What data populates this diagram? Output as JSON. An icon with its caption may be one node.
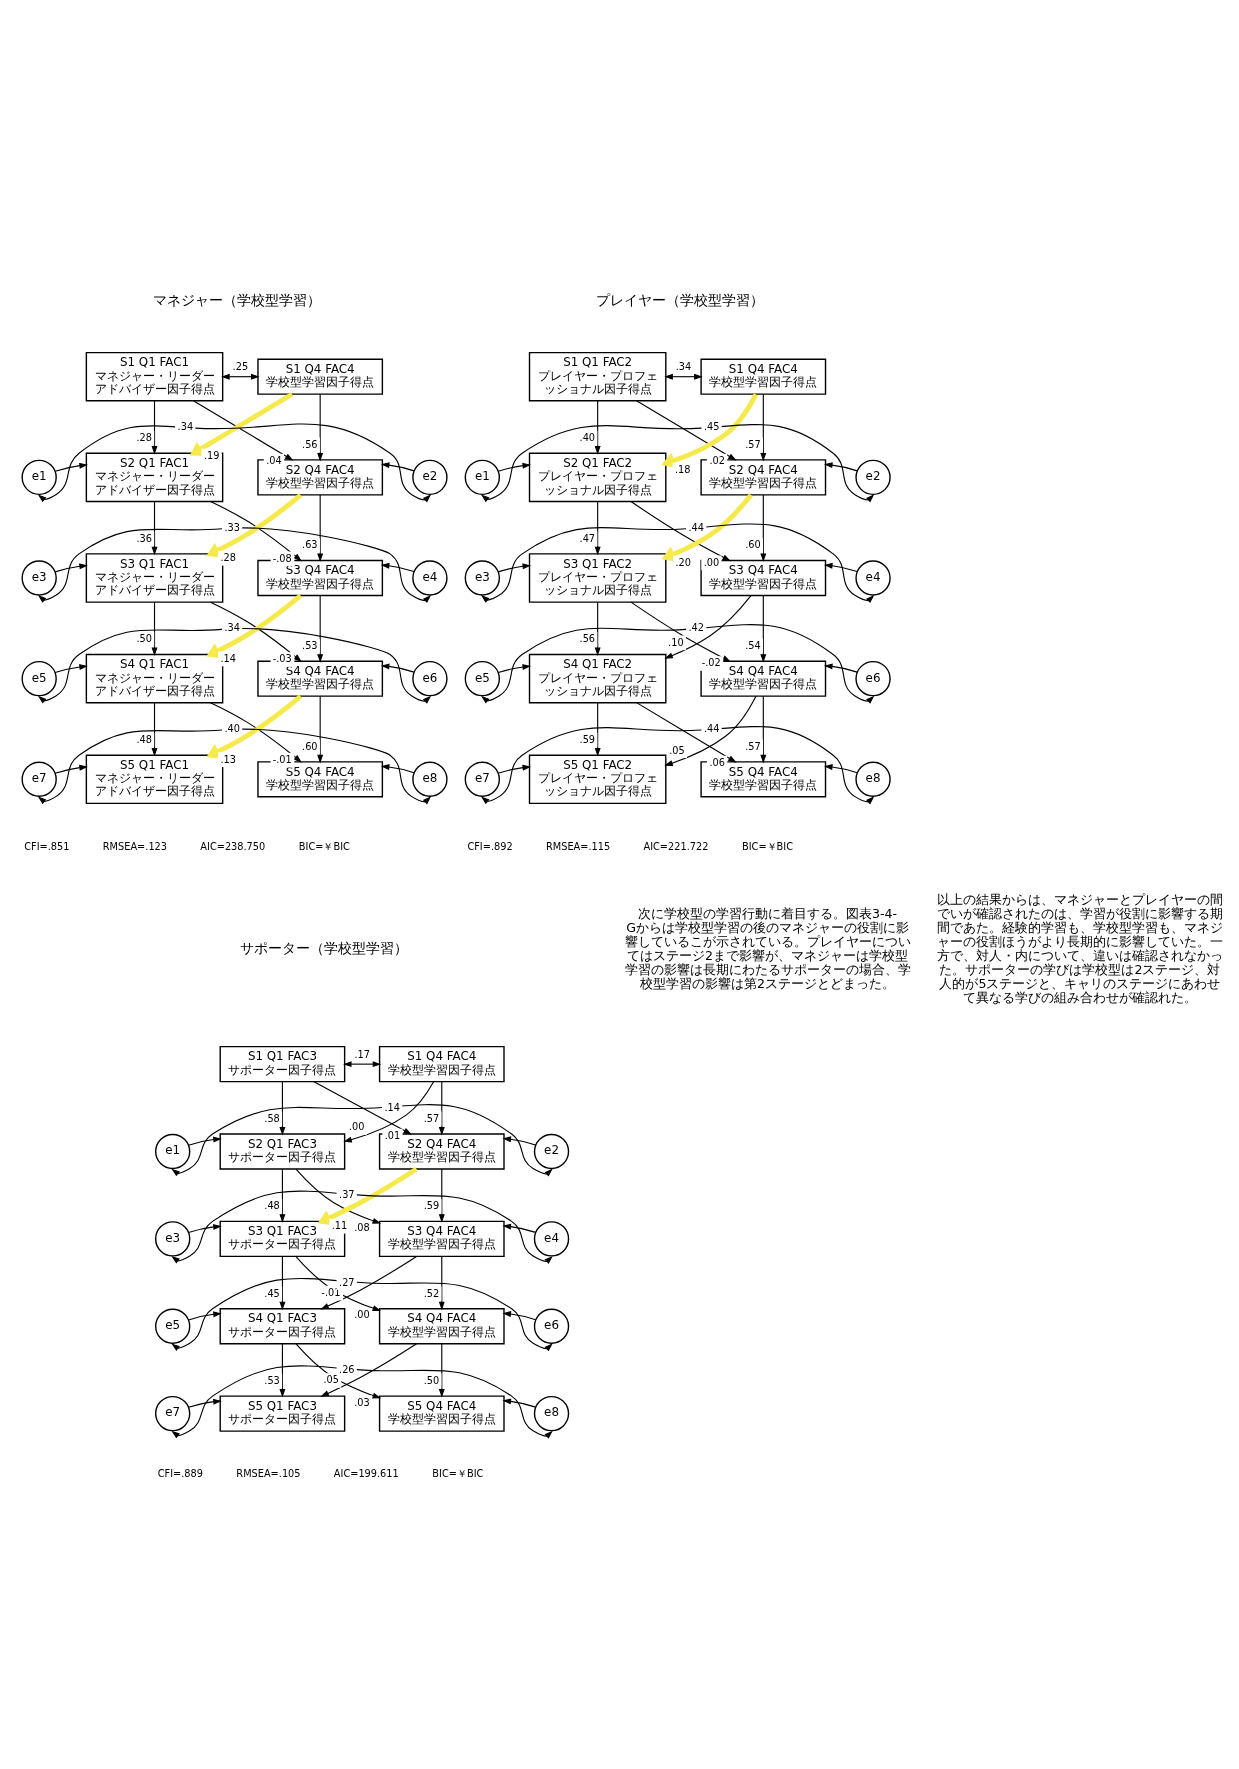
{
  "diagram": {
    "nodes": [
      {
        "text": [
          "S1 Q1 FAC1",
          "マネジャー・リーダーアドバイザー因子得点"
        ]
      },
      {
        "text": [
          "S1 Q4 FAC4",
          "学校型学習因子得点"
        ]
      },
      {
        "text": [
          "e1"
        ]
      },
      {
        "text": [
          "S2 Q1 FAC1",
          "マネジャー・リーダーアドバイザー因子得点"
        ]
      },
      {
        "text": [
          "S2 Q4 FAC4",
          "学校型学習因子得点"
        ]
      },
      {
        "text": [
          "e2"
        ]
      },
      {
        "text": [
          "e3"
        ]
      },
      {
        "text": [
          "S3 Q1 FAC1",
          "マネジャー・リーダーアドバイザー因子得点"
        ]
      },
      {
        "text": [
          "S3 Q4 FAC4",
          "学校型学習因子得点"
        ]
      },
      {
        "text": [
          "e4"
        ]
      },
      {
        "text": [
          "e5"
        ]
      },
      {
        "text": [
          "S4 Q1 FAC1",
          "マネジャー・リーダーアドバイザー因子得点"
        ]
      },
      {
        "text": [
          "S4 Q4 FAC4",
          "学校型学習因子得点"
        ]
      },
      {
        "text": [
          "e6"
        ]
      },
      {
        "text": [
          "e7"
        ]
      },
      {
        "text": [
          "S5 Q1 FAC1",
          "マネジャー・リーダーアドバイザー因子得点"
        ]
      },
      {
        "text": [
          "S5 Q4 FAC4",
          "学校型学習因子得点"
        ]
      },
      {
        "text": [
          "e8"
        ]
      },
      {
        "text": [
          "S1 Q1 FAC2",
          "プレイヤー・プロフェッショナル因子得点"
        ]
      },
      {
        "text": [
          "S1 Q4 FAC4",
          "学校型学習因子得点"
        ]
      },
      {
        "text": [
          "e1"
        ]
      },
      {
        "text": [
          "S2 Q1 FAC2",
          "プレイヤー・プロフェッショナル因子得点"
        ]
      },
      {
        "text": [
          "S2 Q4 FAC4",
          "学校型学習因子得点"
        ]
      },
      {
        "text": [
          "e2"
        ]
      },
      {
        "text": [
          "e3"
        ]
      },
      {
        "text": [
          "S3 Q1 FAC2",
          "プレイヤー・プロフェッショナル因子得点"
        ]
      },
      {
        "text": [
          "S3 Q4 FAC4",
          "学校型学習因子得点"
        ]
      },
      {
        "text": [
          "e4"
        ]
      },
      {
        "text": [
          "e5"
        ]
      },
      {
        "text": [
          "S4 Q1 FAC2",
          "プレイヤー・プロフェッショナル因子得点"
        ]
      },
      {
        "text": [
          "S4 Q4 FAC4",
          "学校型学習因子得点"
        ]
      },
      {
        "text": [
          "e6"
        ]
      },
      {
        "text": [
          "e7"
        ]
      },
      {
        "text": [
          "S5 Q1 FAC2",
          "プレイヤー・プロフェッショナル因子得点"
        ]
      },
      {
        "text": [
          "S5 Q4 FAC4",
          "学校型学習因子得点"
        ]
      },
      {
        "text": [
          "e8"
        ]
      },
      {
        "text": [
          "S1 Q1 FAC3",
          "サポーター因子得点"
        ]
      },
      {
        "text": [
          "S1 Q4 FAC4",
          "学校型学習因子得点"
        ]
      },
      {
        "text": [
          "e1"
        ]
      },
      {
        "text": [
          "S2 Q1 FAC3",
          "サポーター因子得点"
        ]
      },
      {
        "text": [
          "S2 Q4 FAC4",
          "学校型学習因子得点"
        ]
      },
      {
        "text": [
          "e2"
        ]
      },
      {
        "text": [
          "e3"
        ]
      },
      {
        "text": [
          "S3 Q1 FAC3",
          "サポーター因子得点"
        ]
      },
      {
        "text": [
          "S3 Q4 FAC4",
          "学校型学習因子得点"
        ]
      },
      {
        "text": [
          "e4"
        ]
      },
      {
        "text": [
          "e5"
        ]
      },
      {
        "text": [
          "S4 Q1 FAC3",
          "サポーター因子得点"
        ]
      },
      {
        "text": [
          "S4 Q4 FAC4",
          "学校型学習因子得点"
        ]
      },
      {
        "text": [
          "e6"
        ]
      },
      {
        "text": [
          "e7"
        ]
      },
      {
        "text": [
          "S5 Q1 FAC3",
          "サポーター因子得点"
        ]
      },
      {
        "text": [
          "S5 Q4 FAC4",
          "学校型学習因子得点"
        ]
      },
      {
        "text": [
          "e8"
        ]
      }
    ],
    "edges": [
      {
        "from": 0,
        "to": 1,
        "arrow": "both",
        "label": ".25"
      },
      {
        "from": 0,
        "to": 3,
        "arrow": "to",
        "label": ".28"
      },
      {
        "from": 1,
        "to": 3,
        "arrow": "to",
        "label": ".19",
        "style": "thick",
        "color": "#f5e94c"
      },
      {
        "from": 0,
        "to": 4,
        "arrow": "to",
        "label": ".04"
      },
      {
        "from": 1,
        "to": 4,
        "arrow": "to",
        "label": ".56"
      },
      {
        "from": 3,
        "to": 7,
        "arrow": "to",
        "label": ".36"
      },
      {
        "from": 4,
        "to": 7,
        "arrow": "to",
        "label": ".28",
        "style": "thick",
        "color": "#f5e94c"
      },
      {
        "from": 3,
        "to": 8,
        "arrow": "to",
        "label": "-.08"
      },
      {
        "from": 4,
        "to": 8,
        "arrow": "to",
        "label": ".63"
      },
      {
        "from": 7,
        "to": 11,
        "arrow": "to",
        "label": ".50"
      },
      {
        "from": 8,
        "to": 11,
        "arrow": "to",
        "label": ".14",
        "style": "thick",
        "color": "#f5e94c"
      },
      {
        "from": 7,
        "to": 12,
        "arrow": "to",
        "label": "-.03"
      },
      {
        "from": 8,
        "to": 12,
        "arrow": "to",
        "label": ".53"
      },
      {
        "from": 11,
        "to": 15,
        "arrow": "to",
        "label": ".48"
      },
      {
        "from": 12,
        "to": 15,
        "arrow": "to",
        "label": ".13",
        "style": "thick",
        "color": "#f5e94c"
      },
      {
        "from": 11,
        "to": 16,
        "arrow": "to",
        "label": "-.01"
      },
      {
        "from": 12,
        "to": 16,
        "arrow": "to",
        "label": ".60"
      },
      {
        "from": 2,
        "to": 3,
        "arrow": "to"
      },
      {
        "from": 5,
        "to": 4,
        "arrow": "to"
      },
      {
        "from": 6,
        "to": 7,
        "arrow": "to"
      },
      {
        "from": 9,
        "to": 8,
        "arrow": "to"
      },
      {
        "from": 10,
        "to": 11,
        "arrow": "to"
      },
      {
        "from": 13,
        "to": 12,
        "arrow": "to"
      },
      {
        "from": 14,
        "to": 15,
        "arrow": "to"
      },
      {
        "from": 17,
        "to": 16,
        "arrow": "to"
      },
      {
        "from": 2,
        "to": 5,
        "arrow": "both",
        "label": ".34"
      },
      {
        "from": 6,
        "to": 9,
        "arrow": "both",
        "label": ".33"
      },
      {
        "from": 10,
        "to": 13,
        "arrow": "both",
        "label": ".34"
      },
      {
        "from": 14,
        "to": 17,
        "arrow": "both",
        "label": ".40"
      },
      {
        "from": 18,
        "to": 19,
        "arrow": "both",
        "label": ".34"
      },
      {
        "from": 18,
        "to": 21,
        "arrow": "to",
        "label": ".40"
      },
      {
        "from": 19,
        "to": 21,
        "arrow": "to",
        "label": ".18",
        "style": "thick",
        "color": "#f5e94c"
      },
      {
        "from": 18,
        "to": 22,
        "arrow": "to",
        "label": ".02"
      },
      {
        "from": 19,
        "to": 22,
        "arrow": "to",
        "label": ".57"
      },
      {
        "from": 21,
        "to": 25,
        "arrow": "to",
        "label": ".47"
      },
      {
        "from": 22,
        "to": 25,
        "arrow": "to",
        "label": ".20",
        "style": "thick",
        "color": "#f5e94c"
      },
      {
        "from": 21,
        "to": 26,
        "arrow": "to",
        "label": ".00"
      },
      {
        "from": 22,
        "to": 26,
        "arrow": "to",
        "label": ".60"
      },
      {
        "from": 25,
        "to": 29,
        "arrow": "to",
        "label": ".56"
      },
      {
        "from": 26,
        "to": 29,
        "arrow": "to",
        "label": ".10"
      },
      {
        "from": 25,
        "to": 30,
        "arrow": "to",
        "label": "-.02"
      },
      {
        "from": 26,
        "to": 30,
        "arrow": "to",
        "label": ".54"
      },
      {
        "from": 29,
        "to": 33,
        "arrow": "to",
        "label": ".59"
      },
      {
        "from": 30,
        "to": 33,
        "arrow": "to",
        "label": ".05"
      },
      {
        "from": 29,
        "to": 34,
        "arrow": "to",
        "label": ".06"
      },
      {
        "from": 30,
        "to": 34,
        "arrow": "to",
        "label": ".57"
      },
      {
        "from": 20,
        "to": 21,
        "arrow": "to"
      },
      {
        "from": 23,
        "to": 22,
        "arrow": "to"
      },
      {
        "from": 24,
        "to": 25,
        "arrow": "to"
      },
      {
        "from": 27,
        "to": 26,
        "arrow": "to"
      },
      {
        "from": 28,
        "to": 29,
        "arrow": "to"
      },
      {
        "from": 31,
        "to": 30,
        "arrow": "to"
      },
      {
        "from": 32,
        "to": 33,
        "arrow": "to"
      },
      {
        "from": 35,
        "to": 34,
        "arrow": "to"
      },
      {
        "from": 20,
        "to": 23,
        "arrow": "both",
        "label": ".45"
      },
      {
        "from": 24,
        "to": 27,
        "arrow": "both",
        "label": ".44"
      },
      {
        "from": 28,
        "to": 31,
        "arrow": "both",
        "label": ".42"
      },
      {
        "from": 32,
        "to": 35,
        "arrow": "both",
        "label": ".44"
      },
      {
        "from": 36,
        "to": 37,
        "arrow": "both",
        "label": ".17"
      },
      {
        "from": 36,
        "to": 39,
        "arrow": "to",
        "label": ".58"
      },
      {
        "from": 37,
        "to": 39,
        "arrow": "to",
        "label": ".00"
      },
      {
        "from": 36,
        "to": 40,
        "arrow": "to",
        "label": ".01"
      },
      {
        "from": 37,
        "to": 40,
        "arrow": "to",
        "label": ".57"
      },
      {
        "from": 39,
        "to": 43,
        "arrow": "to",
        "label": ".48"
      },
      {
        "from": 40,
        "to": 43,
        "arrow": "to",
        "label": ".11",
        "style": "thick",
        "color": "#f5e94c"
      },
      {
        "from": 39,
        "to": 44,
        "arrow": "to",
        "label": ".08"
      },
      {
        "from": 40,
        "to": 44,
        "arrow": "to",
        "label": ".59"
      },
      {
        "from": 43,
        "to": 47,
        "arrow": "to",
        "label": ".45"
      },
      {
        "from": 44,
        "to": 47,
        "arrow": "to",
        "label": "-.01"
      },
      {
        "from": 43,
        "to": 48,
        "arrow": "to",
        "label": ".00"
      },
      {
        "from": 44,
        "to": 48,
        "arrow": "to",
        "label": ".52"
      },
      {
        "from": 47,
        "to": 51,
        "arrow": "to",
        "label": ".53"
      },
      {
        "from": 48,
        "to": 51,
        "arrow": "to",
        "label": ".05"
      },
      {
        "from": 47,
        "to": 52,
        "arrow": "to",
        "label": ".03"
      },
      {
        "from": 48,
        "to": 52,
        "arrow": "to",
        "label": ".50"
      },
      {
        "from": 38,
        "to": 39,
        "arrow": "to"
      },
      {
        "from": 41,
        "to": 40,
        "arrow": "to"
      },
      {
        "from": 42,
        "to": 43,
        "arrow": "to"
      },
      {
        "from": 45,
        "to": 44,
        "arrow": "to"
      },
      {
        "from": 46,
        "to": 47,
        "arrow": "to"
      },
      {
        "from": 49,
        "to": 48,
        "arrow": "to"
      },
      {
        "from": 50,
        "to": 51,
        "arrow": "to"
      },
      {
        "from": 53,
        "to": 52,
        "arrow": "to"
      },
      {
        "from": 38,
        "to": 41,
        "arrow": "both",
        "label": ".14"
      },
      {
        "from": 42,
        "to": 45,
        "arrow": "both",
        "label": ".37"
      },
      {
        "from": 46,
        "to": 49,
        "arrow": "both",
        "label": ".27"
      },
      {
        "from": 50,
        "to": 53,
        "arrow": "both",
        "label": ".26"
      }
    ],
    "labels": [
      "マネジャー（学校型学習）",
      "CFI=.851",
      "RMSEA=.123",
      "AIC=238.750",
      "BIC=￥BIC",
      "プレイヤー（学校型学習）",
      "CFI=.892",
      "RMSEA=.115",
      "AIC=221.722",
      "BIC=￥BIC",
      "サポーター（学校型学習）",
      "CFI=.889",
      "RMSEA=.105",
      "AIC=199.611",
      "BIC=￥BIC",
      "次に学校型の学習行動に着目する。図表3-4-Gからは学校型学習の後のマネジャーの役割に影響しているこが示されている。プレイヤーについてはステージ2まで影響が、マネジャーは学校型学習の影響は長期にわたるサポーターの場合、学校型学習の影響は第2ステージとどまった。",
      "以上の結果からは、マネジャーとプレイヤーの間でいが確認されたのは、学習が役割に影響する期間であた。経験的学習も、学校型学習も、マネジャーの役割ほうがより長期的に影響していた。一方で、対人・内について、違いは確認されなかった。サポーターの学びは学校型は2ステージ、対人的が5ステージと、キャリのステージにあわせて異なる学びの組み合わせが確認れた。"
    ]
  }
}
